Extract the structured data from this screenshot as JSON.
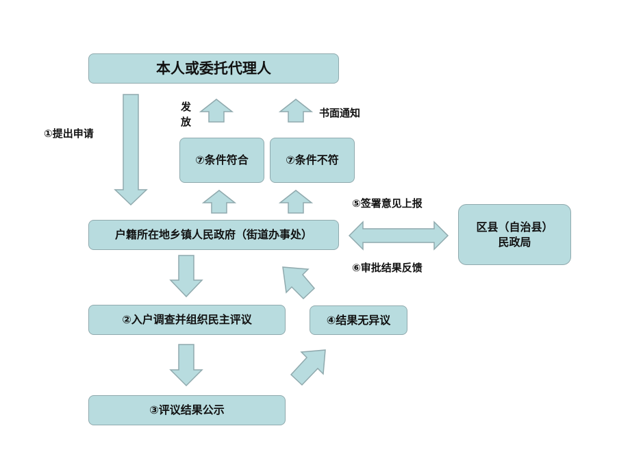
{
  "nodes": {
    "applicant": "本人或委托代理人",
    "condition_met": "⑦条件符合",
    "condition_not_met": "⑦条件不符",
    "township_gov": "户籍所在地乡镇人民政府（街道办事处）",
    "county_bureau_line1": "区县（自治县）",
    "county_bureau_line2": "民政局",
    "household_survey": "②入户调查并组织民主评议",
    "no_objection": "④结果无异议",
    "publicity": "③评议结果公示"
  },
  "edge_labels": {
    "submit_application": "①提出申请",
    "release_char1": "发",
    "release_char2": "放",
    "written_notice": "书面通知",
    "sign_report": "⑤签署意见上报",
    "approval_feedback": "⑥审批结果反馈"
  },
  "colors": {
    "box_fill": "#b8dcdf",
    "box_border": "#8fa9ad",
    "text": "#111111"
  }
}
